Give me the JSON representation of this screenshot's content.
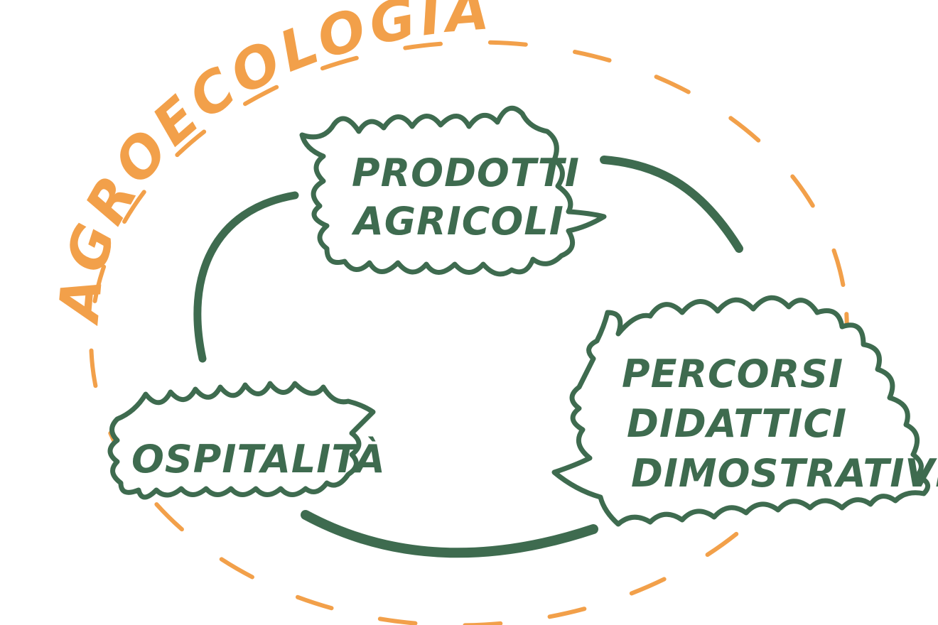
{
  "diagram": {
    "title": "AGROECOLOGIA",
    "nodes": {
      "prodotti": {
        "line1": "PRODOTTI",
        "line2": "AGRICOLI"
      },
      "percorsi": {
        "line1": "PERCORSI",
        "line2": "DIDATTICI",
        "line3": "DIMOSTRATIVI"
      },
      "ospitalita": {
        "line1": "OSPITALITÀ"
      }
    }
  },
  "colors": {
    "orange": "#F2A04A",
    "green": "#3E6B4F",
    "background": "#FFFFFF"
  }
}
